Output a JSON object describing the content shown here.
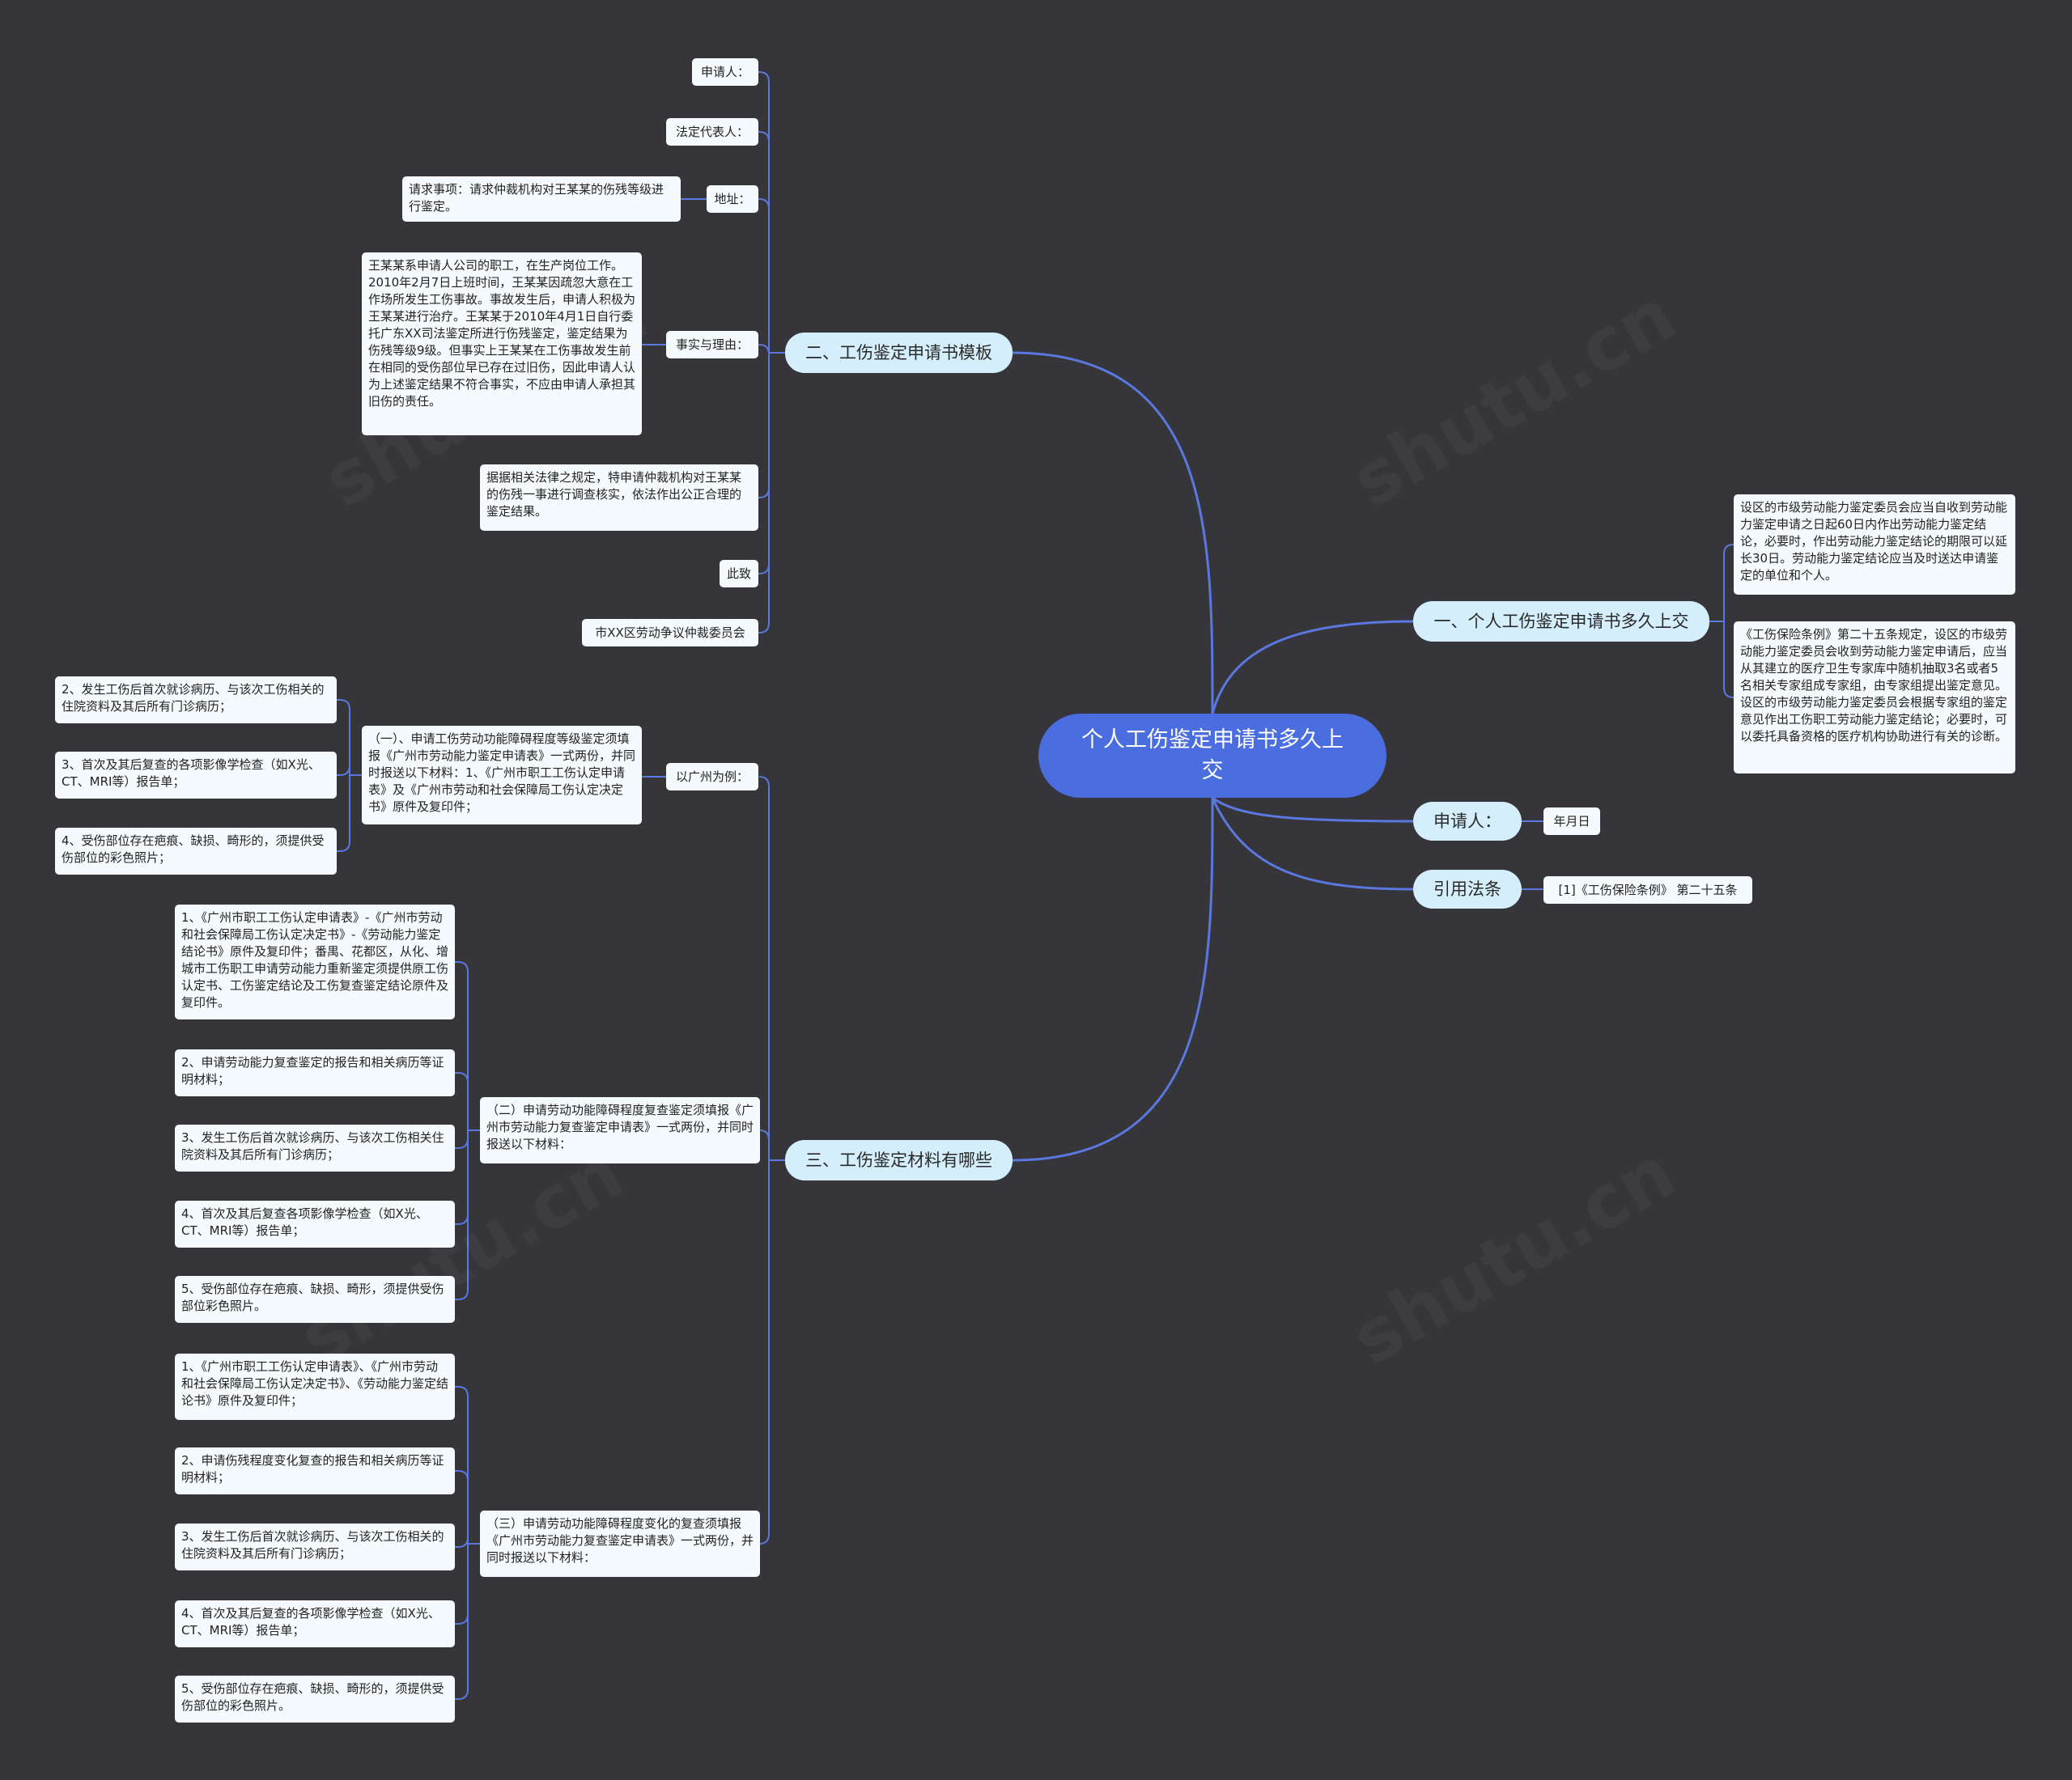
{
  "root": "个人工伤鉴定申请书多久上交",
  "right": {
    "b1": {
      "label": "一、个人工伤鉴定申请书多久上交",
      "c1": "设区的市级劳动能力鉴定委员会应当自收到劳动能力鉴定申请之日起60日内作出劳动能力鉴定结论，必要时，作出劳动能力鉴定结论的期限可以延长30日。劳动能力鉴定结论应当及时送达申请鉴定的单位和个人。",
      "c2": "《工伤保险条例》第二十五条规定，设区的市级劳动能力鉴定委员会收到劳动能力鉴定申请后，应当从其建立的医疗卫生专家库中随机抽取3名或者5名相关专家组成专家组，由专家组提出鉴定意见。设区的市级劳动能力鉴定委员会根据专家组的鉴定意见作出工伤职工劳动能力鉴定结论；必要时，可以委托具备资格的医疗机构协助进行有关的诊断。"
    },
    "b2": {
      "label": "申请人：",
      "c1": "年月日"
    },
    "b3": {
      "label": "引用法条",
      "c1": "[1]《工伤保险条例》 第二十五条"
    }
  },
  "left": {
    "b1": {
      "label": "二、工伤鉴定申请书模板",
      "applicant": "申请人：",
      "legal_rep": "法定代表人：",
      "address": "地址：",
      "request": "请求事项：请求仲裁机构对王某某的伤残等级进行鉴定。",
      "facts": "事实与理由：",
      "facts_text": "王某某系申请人公司的职工，在生产岗位工作。2010年2月7日上班时间，王某某因疏忽大意在工作场所发生工伤事故。事故发生后，申请人积极为王某某进行治疗。王某某于2010年4月1日自行委托广东XX司法鉴定所进行伤残鉴定，鉴定结果为伤残等级9级。但事实上王某某在工伤事故发生前在相同的受伤部位早已存在过旧伤，因此申请人认为上述鉴定结果不符合事实，不应由申请人承担其旧伤的责任。",
      "law": "据据相关法律之规定，特申请仲裁机构对王某某的伤残一事进行调查核实，依法作出公正合理的鉴定结果。",
      "closing": "此致",
      "committee": "市XX区劳动争议仲裁委员会"
    },
    "b2": {
      "label": "三、工伤鉴定材料有哪些",
      "example": "以广州为例：",
      "g1": {
        "text": "（一）、申请工伤劳动功能障碍程度等级鉴定须填报《广州市劳动能力鉴定申请表》一式两份，并同时报送以下材料：1、《广州市职工工伤认定申请表》及《广州市劳动和社会保障局工伤认定决定书》原件及复印件；",
        "i2": "2、发生工伤后首次就诊病历、与该次工伤相关的住院资料及其后所有门诊病历；",
        "i3": "3、首次及其后复查的各项影像学检查（如X光、CT、MRI等）报告单；",
        "i4": "4、受伤部位存在疤痕、缺损、畸形的，须提供受伤部位的彩色照片；"
      },
      "g2": {
        "text": "（二）申请劳动功能障碍程度复查鉴定须填报《广州市劳动能力复查鉴定申请表》一式两份，并同时报送以下材料：",
        "i1": "1、《广州市职工工伤认定申请表》-《广州市劳动和社会保障局工伤认定决定书》-《劳动能力鉴定结论书》原件及复印件；番禺、花都区，从化、增城市工伤职工申请劳动能力重新鉴定须提供原工伤认定书、工伤鉴定结论及工伤复查鉴定结论原件及复印件。",
        "i2": "2、申请劳动能力复查鉴定的报告和相关病历等证明材料；",
        "i3": "3、发生工伤后首次就诊病历、与该次工伤相关住院资料及其后所有门诊病历；",
        "i4": "4、首次及其后复查各项影像学检查（如X光、CT、MRI等）报告单；",
        "i5": "5、受伤部位存在疤痕、缺损、畸形，须提供受伤部位彩色照片。"
      },
      "g3": {
        "text": "（三）申请劳动功能障碍程度变化的复查须填报《广州市劳动能力复查鉴定申请表》一式两份，并同时报送以下材料：",
        "i1": "1、《广州市职工工伤认定申请表》、《广州市劳动和社会保障局工伤认定决定书》、《劳动能力鉴定结论书》原件及复印件；",
        "i2": "2、申请伤残程度变化复查的报告和相关病历等证明材料；",
        "i3": "3、发生工伤后首次就诊病历、与该次工伤相关的住院资料及其后所有门诊病历；",
        "i4": "4、首次及其后复查的各项影像学检查（如X光、CT、MRI等）报告单；",
        "i5": "5、受伤部位存在疤痕、缺损、畸形的，须提供受伤部位的彩色照片。"
      }
    }
  },
  "colors": {
    "background": "#36353a",
    "root": "#4a6de0",
    "branch": "#d4eefb",
    "leaf": "#f4fafd",
    "line": "#5a78e0"
  }
}
